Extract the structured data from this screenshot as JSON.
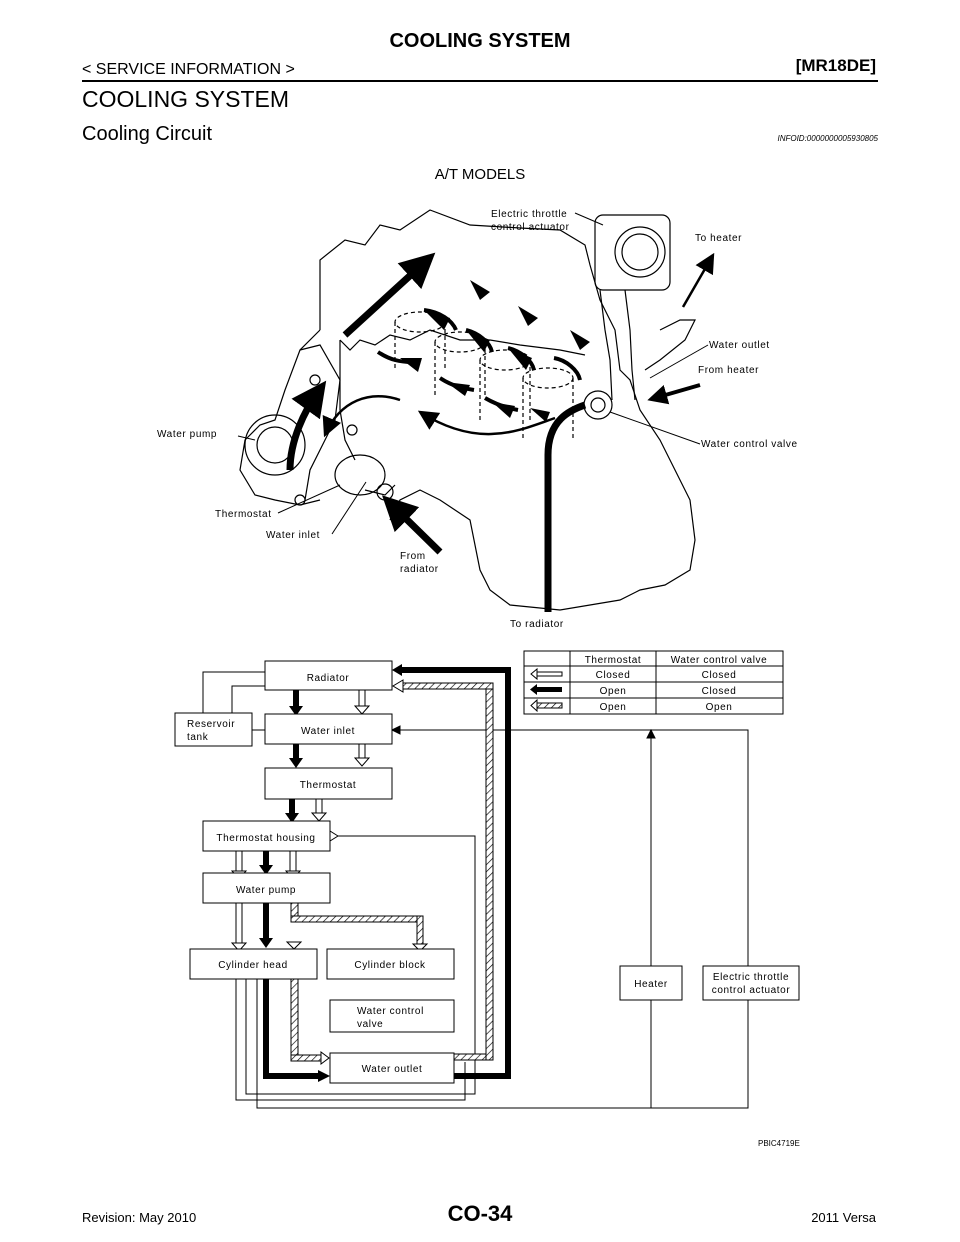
{
  "header": {
    "title": "COOLING SYSTEM",
    "section": "< SERVICE INFORMATION >",
    "model": "[MR18DE]"
  },
  "content": {
    "section_title": "COOLING SYSTEM",
    "subsection_title": "Cooling Circuit",
    "info_id": "INFOID:0000000005930805",
    "figure_title": "A/T MODELS"
  },
  "engine_labels": {
    "etca_1": "Electric throttle",
    "etca_2": "control actuator",
    "to_heater": "To heater",
    "water_outlet": "Water outlet",
    "from_heater": "From heater",
    "water_control_valve": "Water control valve",
    "water_pump": "Water pump",
    "thermostat": "Thermostat",
    "water_inlet": "Water inlet",
    "from_radiator_1": "From",
    "from_radiator_2": "radiator",
    "to_radiator": "To radiator"
  },
  "flow": {
    "radiator": "Radiator",
    "reservoir_1": "Reservoir",
    "reservoir_2": "tank",
    "water_inlet": "Water inlet",
    "thermostat": "Thermostat",
    "thermostat_housing": "Thermostat housing",
    "water_pump": "Water pump",
    "cylinder_head": "Cylinder head",
    "cylinder_block": "Cylinder block",
    "wcv_1": "Water control",
    "wcv_2": "valve",
    "water_outlet": "Water outlet",
    "heater": "Heater",
    "etca_1": "Electric throttle",
    "etca_2": "control actuator"
  },
  "legend": {
    "col_thermostat": "Thermostat",
    "col_wcv": "Water control valve",
    "rows": [
      {
        "symbol": "open-arrow",
        "thermostat": "Closed",
        "wcv": "Closed"
      },
      {
        "symbol": "solid-arrow",
        "thermostat": "Open",
        "wcv": "Closed"
      },
      {
        "symbol": "hatched-arrow",
        "thermostat": "Open",
        "wcv": "Open"
      }
    ]
  },
  "figure_code": "PBIC4719E",
  "footer": {
    "revision": "Revision: May 2010",
    "page": "CO-34",
    "vehicle": "2011 Versa"
  }
}
